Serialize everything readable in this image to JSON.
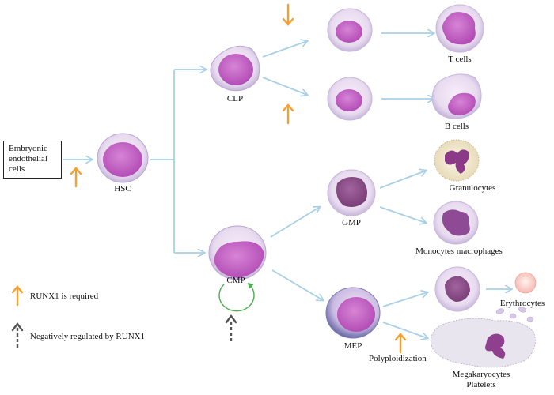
{
  "colors": {
    "arrow": "#a8d0e6",
    "required": "#f5a033",
    "negative": "#555555",
    "cell_membrane": "#ece0f1",
    "nucleus": "#c661c8",
    "loop": "#4caf50"
  },
  "source_box": {
    "line1": "Embryonic",
    "line2": "endothelial",
    "line3": "cells"
  },
  "cells": {
    "hsc": "HSC",
    "clp": "CLP",
    "cmp": "CMP",
    "gmp": "GMP",
    "mep": "MEP",
    "t_cells": "T cells",
    "b_cells": "B cells",
    "granulocytes": "Granulocytes",
    "monocytes": "Monocytes macrophages",
    "erythrocytes": "Erythrocytes",
    "megakaryocytes_line1": "Megakaryocytes",
    "megakaryocytes_line2": "Platelets"
  },
  "annotations": {
    "polyploidization": "Polyploidization"
  },
  "legend": {
    "required": "RUNX1 is required",
    "negative": "Negatively regulated by RUNX1"
  },
  "icons": [
    "up-arrow-icon",
    "down-arrow-icon",
    "dashed-arrow-icon",
    "self-renewal-icon"
  ]
}
